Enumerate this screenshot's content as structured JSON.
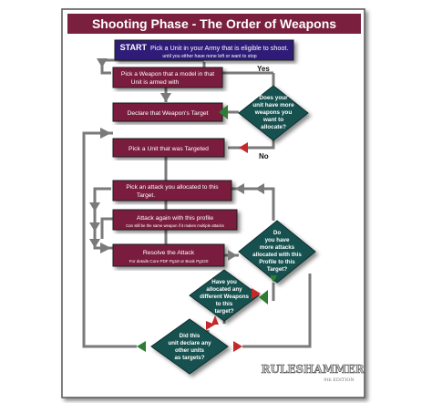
{
  "title": "Shooting Phase - The Order of Weapons",
  "start": {
    "keyword": "START",
    "line1": "Pick a Unit in your Army that is eligible to shoot.",
    "line2": "until you either have none left or want to stop"
  },
  "steps": {
    "pick_weapon": [
      "Pick a Weapon that a model in that",
      "Unit is armed with"
    ],
    "declare_target": "Declare that Weapon's Target",
    "pick_unit_targeted": "Pick a Unit that was Targeted",
    "pick_attack": [
      "Pick an attack you allocated to this",
      "Target."
    ],
    "attack_again": {
      "title": "Attack again with this profile",
      "note": "Can still be the same weapon if it makes multiple attacks"
    },
    "resolve": {
      "title": "Resolve the Attack",
      "note": "For details Core PDF Pg18 or Book Pg220"
    }
  },
  "decisions": {
    "more_weapons": [
      "Does your",
      "unit have more",
      "weapons you",
      "want to",
      "allocate?"
    ],
    "more_attacks": [
      "Do",
      "you have",
      "more attacks",
      "allocated with this",
      "Profile to this",
      "Target?"
    ],
    "different_weapons": [
      "Have you",
      "allocated any",
      "different Weapons",
      "to this",
      "target?"
    ],
    "other_units": [
      "Did this",
      "unit declare any",
      "other units",
      "as targets?"
    ]
  },
  "labels": {
    "yes": "Yes",
    "no": "No"
  },
  "logo": {
    "name": "RULESHAMMER",
    "edition": "9th EDITION"
  },
  "colors": {
    "title_bg": "#7a1f3d",
    "start_bg": "#2e1a78",
    "step_bg": "#7a1f3d",
    "diamond_bg": "#18514f",
    "yes_arrow": "#2e7d32",
    "no_arrow": "#c62828",
    "line": "#7a7a7a"
  }
}
